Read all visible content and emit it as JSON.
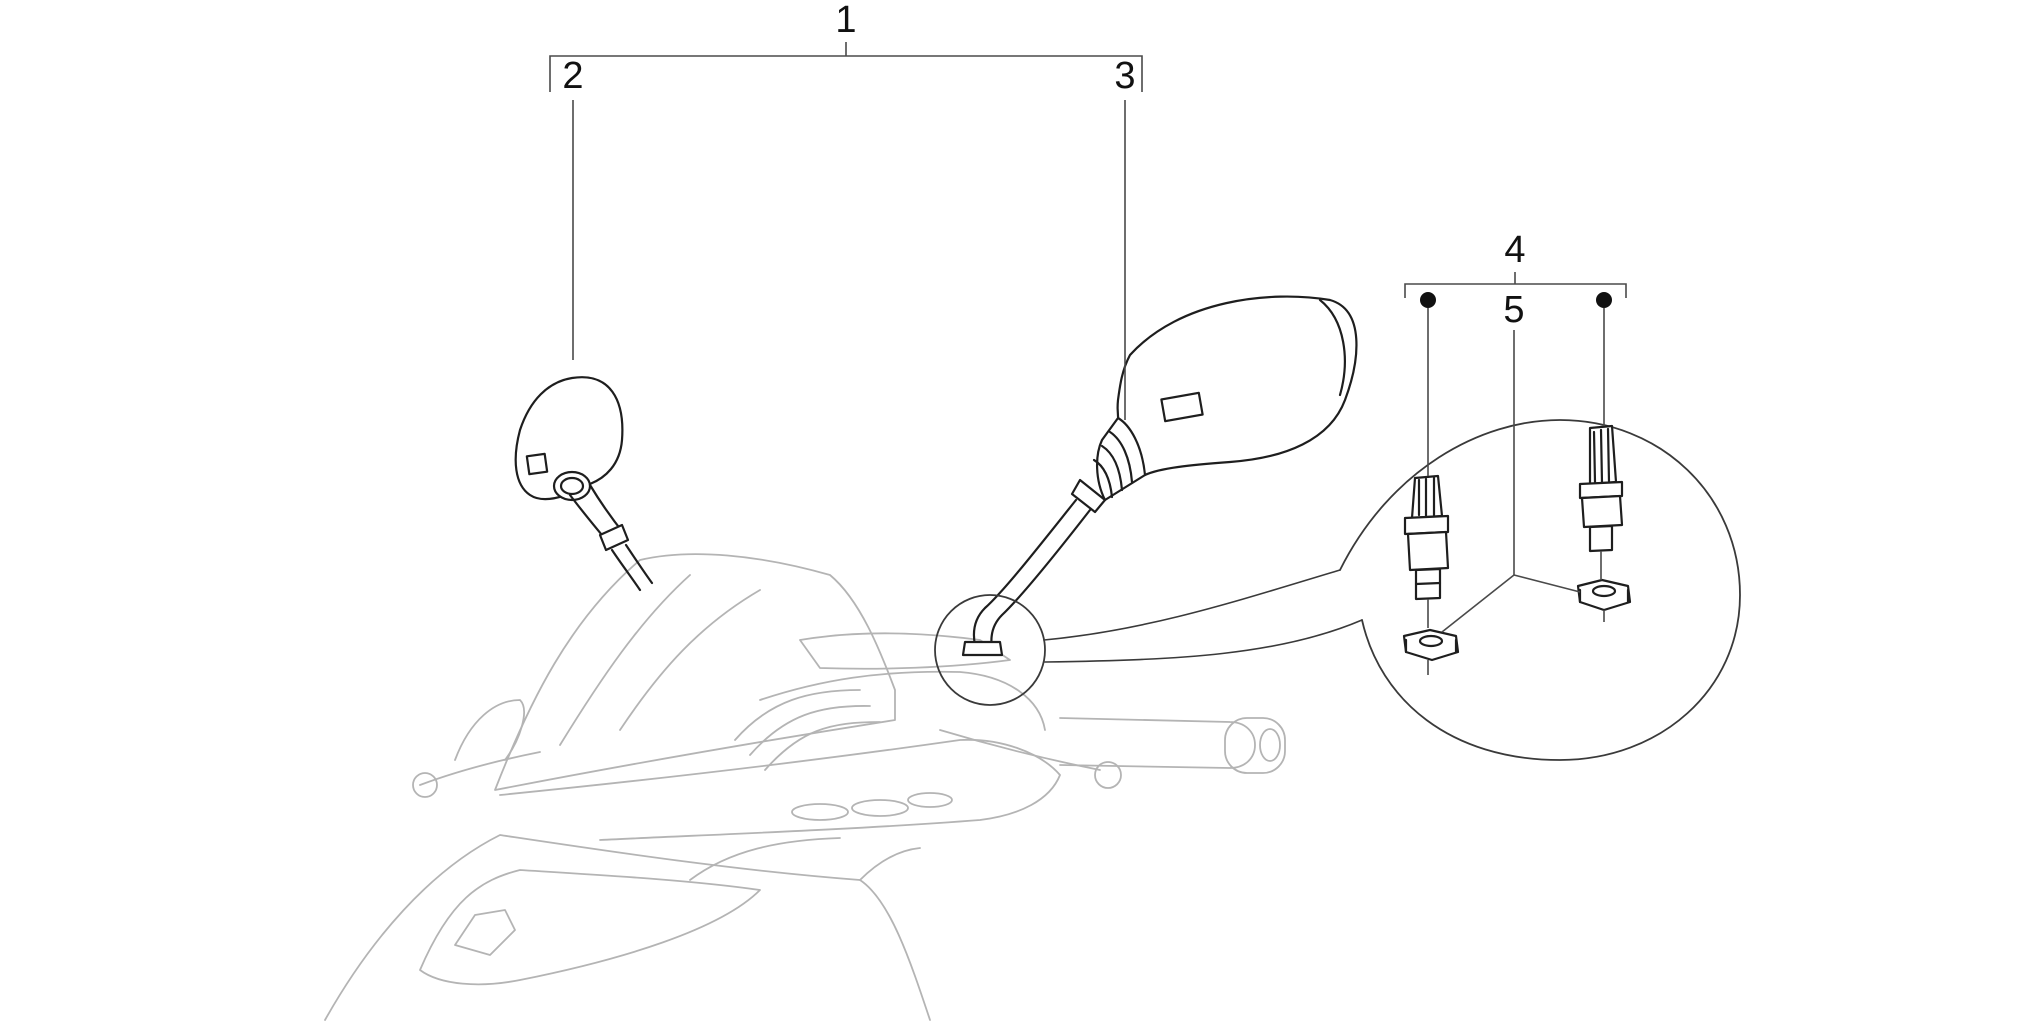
{
  "diagram": {
    "callouts": [
      {
        "id": "1",
        "label": "1"
      },
      {
        "id": "2",
        "label": "2"
      },
      {
        "id": "3",
        "label": "3"
      },
      {
        "id": "4",
        "label": "4"
      },
      {
        "id": "5",
        "label": "5"
      }
    ]
  },
  "colors": {
    "line": "#1e1e1e",
    "faint_line": "#b4b4b4",
    "background": "#ffffff"
  }
}
